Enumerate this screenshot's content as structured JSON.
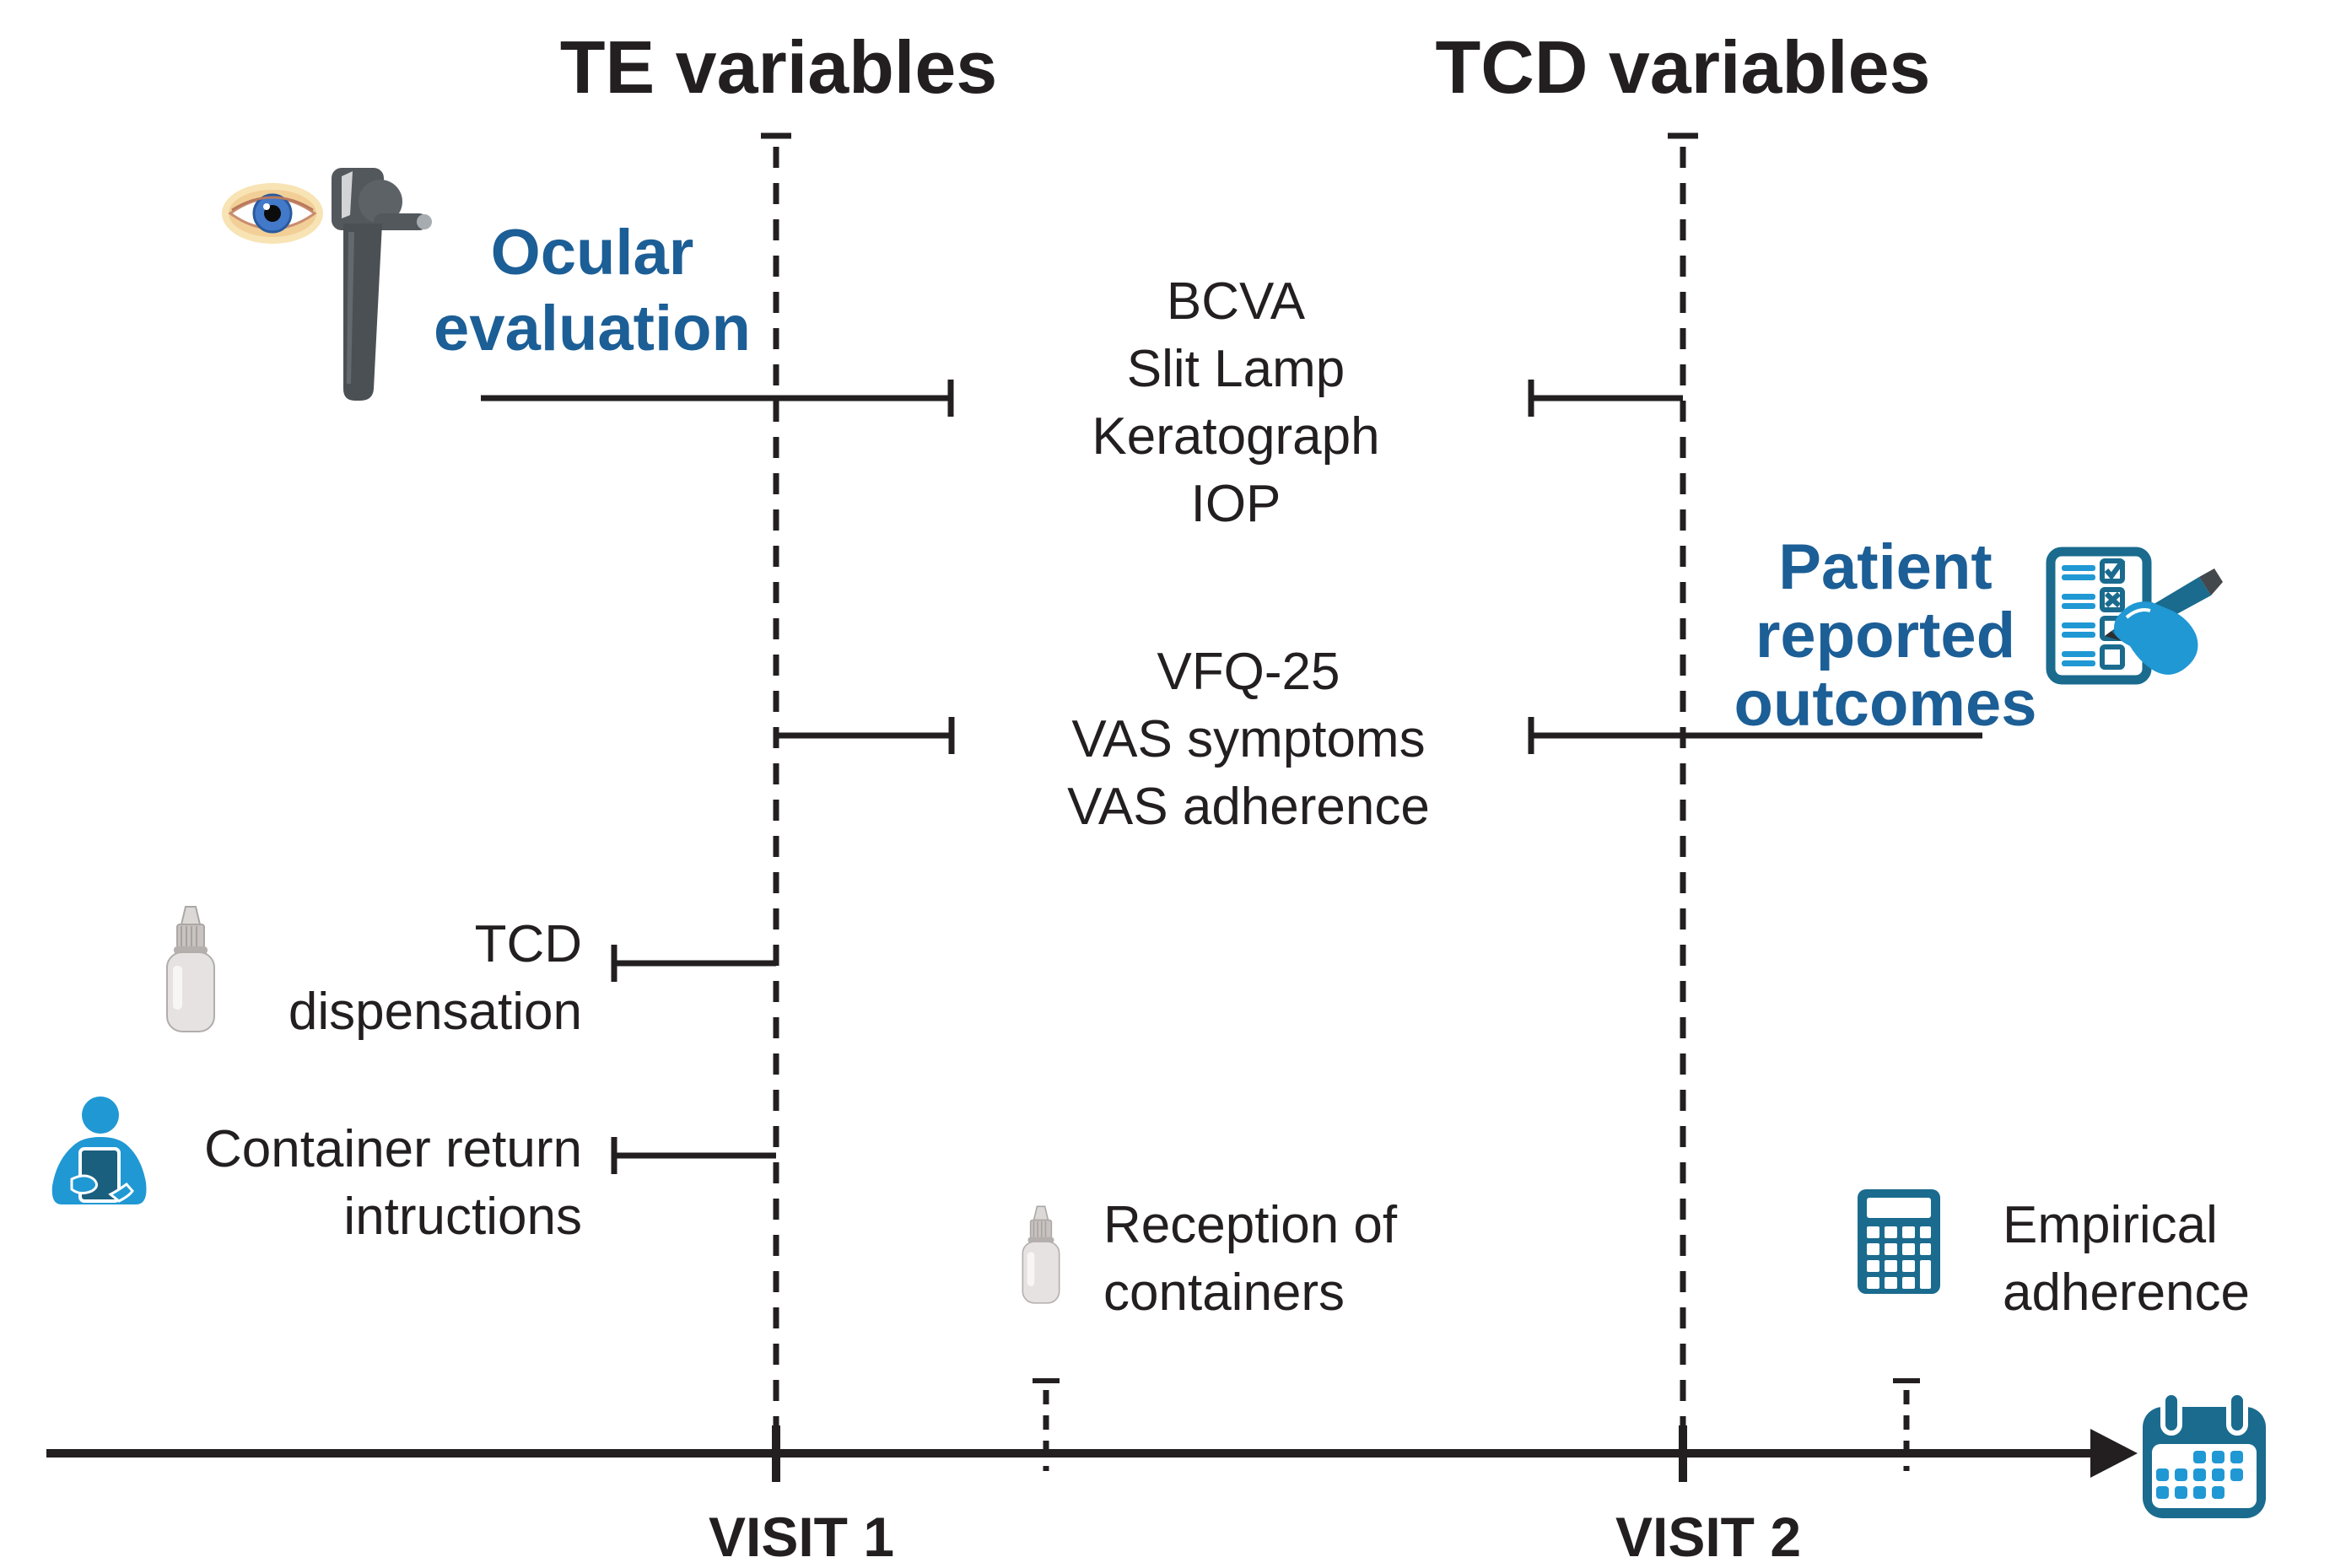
{
  "titles": {
    "te": "TE variables",
    "tcd": "TCD variables"
  },
  "ocular": {
    "label": [
      "Ocular",
      "evaluation"
    ],
    "items": [
      "BCVA",
      "Slit Lamp",
      "Keratograph",
      "IOP"
    ]
  },
  "pro": {
    "label": [
      "Patient",
      "reported",
      "outcomes"
    ],
    "items": [
      "VFQ-25",
      "VAS symptoms",
      "VAS adherence"
    ]
  },
  "events": {
    "tcd_dispensation": [
      "TCD",
      "dispensation"
    ],
    "container_return": [
      "Container return",
      "intructions"
    ],
    "reception": [
      "Reception of",
      "containers"
    ],
    "empirical": [
      "Empirical",
      "adherence"
    ]
  },
  "timeline": {
    "visit1": "VISIT 1",
    "visit2": "VISIT 2"
  },
  "icons": {
    "ocular": "eye-and-slit-lamp-icon",
    "bottle": "eyedrop-bottle-icon",
    "person": "person-with-tablet-icon",
    "checklist": "questionnaire-hand-icon",
    "calculator": "calculator-icon",
    "calendar": "calendar-icon"
  },
  "colors": {
    "ink": "#231f20",
    "header_blue": "#1c5e96",
    "light_blue": "#2098d4",
    "teal": "#1a6b8e",
    "bottle_gray": "#e6e2e1",
    "device_gray": "#4b5054"
  }
}
